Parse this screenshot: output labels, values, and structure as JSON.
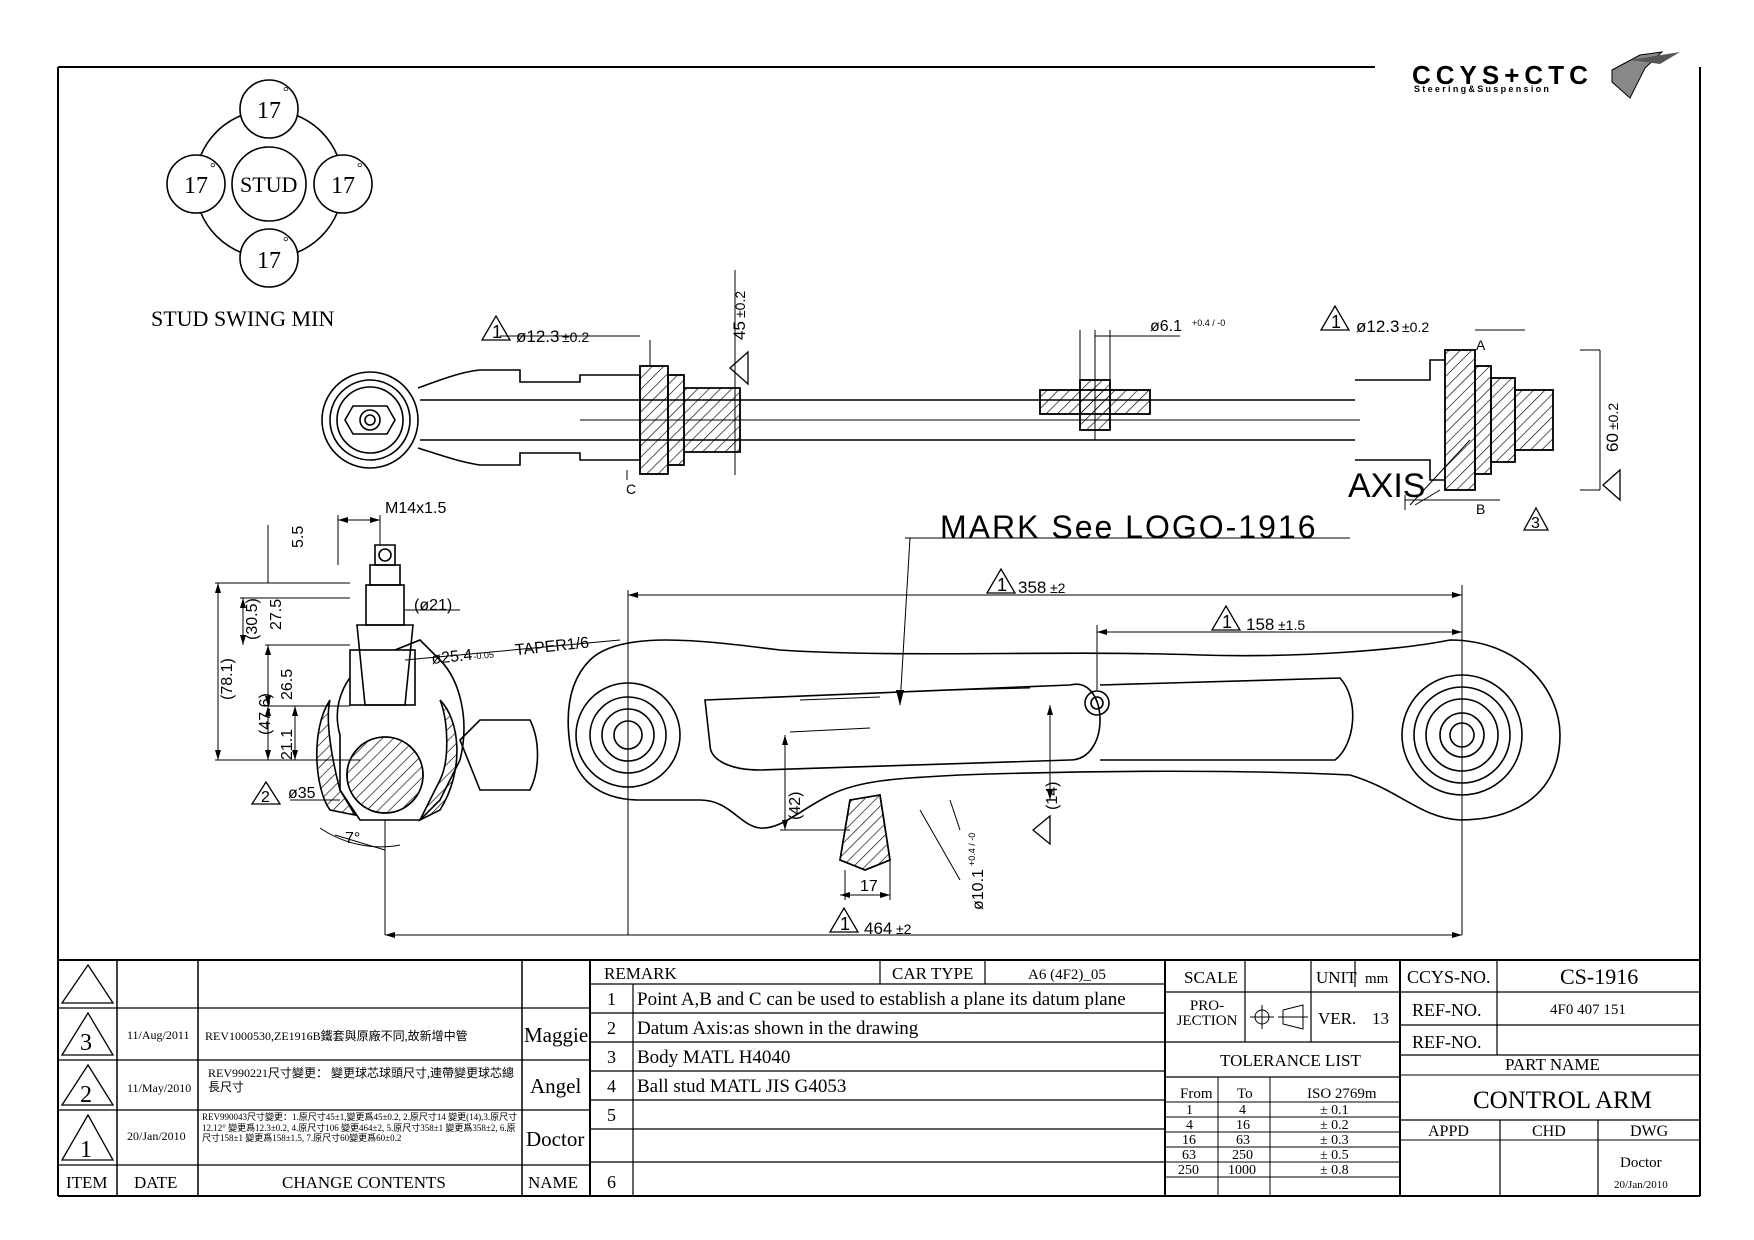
{
  "logo": {
    "brand": "CCYS+CTC",
    "tagline": "Steering&Suspension",
    "mark_icon": "ccys-logo-mark"
  },
  "stud_swing": {
    "top": "17",
    "left": "17",
    "right": "17",
    "bottom": "17",
    "degree": "°",
    "center": "STUD",
    "caption": "STUD SWING MIN"
  },
  "top_view": {
    "dim_end_left": "ø12.3",
    "tol_end_left": "±0.2",
    "dim_end_right": "ø12.3",
    "tol_end_right": "±0.2",
    "dim_45": "45",
    "tol_45": "±0.2",
    "dim_hole": "ø6.1",
    "tol_hole": "+0.4 / -0",
    "dim_60": "60",
    "tol_60": "±0.2",
    "axis_label": "AXIS",
    "point_a": "A",
    "point_b": "B",
    "point_c": "C",
    "rev_1": "1",
    "rev_3": "3"
  },
  "side_view": {
    "mark_note": "MARK See LOGO-1916",
    "dim_358": "358",
    "tol_358": "±2",
    "dim_158": "158",
    "tol_158": "±1.5",
    "dim_464": "464",
    "tol_464": "±2",
    "dim_thread": "M14x1.5",
    "dim_5_5": "5.5",
    "dim_27_5": "27.5",
    "dim_30_5": "(30.5)",
    "dim_78_1": "(78.1)",
    "dim_26_5": "26.5",
    "dim_47_6": "(47.6)",
    "dim_21_1": "21.1",
    "dim_21_dia": "(ø21)",
    "dim_taper": "ø25.4",
    "tol_taper": "-0.05",
    "taper": "TAPER1/6",
    "dim_ball": "ø35",
    "dim_7deg": "7°",
    "dim_42": "(42)",
    "dim_14": "(14)",
    "dim_17": "17",
    "dim_10_1": "ø10.1",
    "tol_10_1": "+0.4 / -0",
    "rev_1": "1",
    "rev_2": "2"
  },
  "revisions": {
    "headers": {
      "item": "ITEM",
      "date": "DATE",
      "contents": "CHANGE CONTENTS",
      "name": "NAME"
    },
    "rows": [
      {
        "item": "3",
        "date": "11/Aug/2011",
        "contents": "REV1000530,ZE1916B鐵套與原廠不同,故新增中管",
        "name": "Maggie"
      },
      {
        "item": "2",
        "date": "11/May/2010",
        "contents": "REV990221尺寸變更： 變更球芯球頭尺寸,連帶變更球芯總長尺寸",
        "name": "Angel"
      },
      {
        "item": "1",
        "date": "20/Jan/2010",
        "contents": "REV990043尺寸變更：1.原尺寸45±1,變更爲45±0.2, 2.原尺寸14 變更(14),3.原尺寸12.12° 變更爲12.3±0.2, 4.原尺寸106 變更464±2, 5.原尺寸358±1 變更爲358±2, 6.原尺寸158±1 變更爲158±1.5, 7.原尺寸60變更爲60±0.2",
        "name": "Doctor"
      }
    ]
  },
  "remarks": {
    "header": "REMARK",
    "car_type_label": "CAR TYPE",
    "car_type_value": "A6 (4F2)_05",
    "items": [
      {
        "no": "1",
        "text": "Point A,B and C can be used to establish a plane its datum plane"
      },
      {
        "no": "2",
        "text": "Datum Axis:as shown in the drawing"
      },
      {
        "no": "3",
        "text": "Body MATL H4040"
      },
      {
        "no": "4",
        "text": "Ball stud MATL JIS G4053"
      },
      {
        "no": "5",
        "text": ""
      },
      {
        "no": "6",
        "text": ""
      }
    ]
  },
  "spec": {
    "scale_label": "SCALE",
    "unit_label": "UNIT",
    "unit_value": "mm",
    "projection_label": "PRO-JECTION",
    "ver_label": "VER.",
    "ver_value": "13",
    "tolerance_title": "TOLERANCE LIST",
    "tol_headers": [
      "From",
      "To",
      "ISO 2769m"
    ],
    "tol_rows": [
      [
        "1",
        "4",
        "± 0.1"
      ],
      [
        "4",
        "16",
        "± 0.2"
      ],
      [
        "16",
        "63",
        "± 0.3"
      ],
      [
        "63",
        "250",
        "± 0.5"
      ],
      [
        "250",
        "1000",
        "± 0.8"
      ]
    ]
  },
  "part": {
    "ccys_label": "CCYS-NO.",
    "ccys_value": "CS-1916",
    "ref_label": "REF-NO.",
    "ref_value": "4F0 407 151",
    "ref2_label": "REF-NO.",
    "ref2_value": "",
    "part_name_label": "PART NAME",
    "part_name": "CONTROL ARM",
    "appd_label": "APPD",
    "chd_label": "CHD",
    "dwg_label": "DWG",
    "dwg_by": "Doctor",
    "dwg_date": "20/Jan/2010"
  }
}
